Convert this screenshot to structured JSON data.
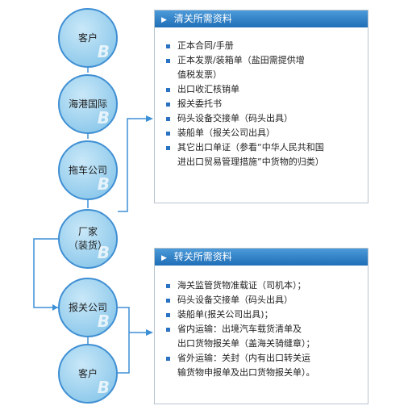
{
  "nodes": [
    {
      "label": "客户",
      "watermark": "B"
    },
    {
      "label": "海港国际",
      "watermark": "B"
    },
    {
      "label": "拖车公司",
      "watermark": "B"
    },
    {
      "label": "厂家",
      "sub": "（装货）",
      "watermark": "B"
    },
    {
      "label": "报关公司",
      "watermark": "B"
    },
    {
      "label": "客户",
      "watermark": "B"
    }
  ],
  "customs_panel": {
    "title": "清关所需资料",
    "items": [
      "正本合同/手册",
      "正本发票/装箱单（盐田需提供增",
      "值税发票）",
      "出口收汇核销单",
      "报关委托书",
      "码头设备交接单（码头出具）",
      "装船单（报关公司出具）",
      "其它出口单证（参看“中华人民共和国",
      "进出口贸易管理措施”中货物的归类）"
    ]
  },
  "transfer_panel": {
    "title": "转关所需资料",
    "items": [
      "海关监管货物准载证（司机本）；",
      "码头设备交接单（码头出具）",
      "装船单(报关公司出具)；",
      "省内运输：出境汽车载货清单及",
      "出口货物报关单（盖海关骑缝章）；",
      "省外运输：关封（内有出口转关运",
      "输货物申报单及出口货物报关单）。"
    ]
  },
  "colors": {
    "line": "#3d8fd6",
    "node_border": "#3f8fd3",
    "header": "#2b7cc4"
  },
  "icons": {
    "header_arrow": "triangle-right-icon",
    "bullet": "square-bullet-icon",
    "node_watermark": "b-logo-icon"
  }
}
